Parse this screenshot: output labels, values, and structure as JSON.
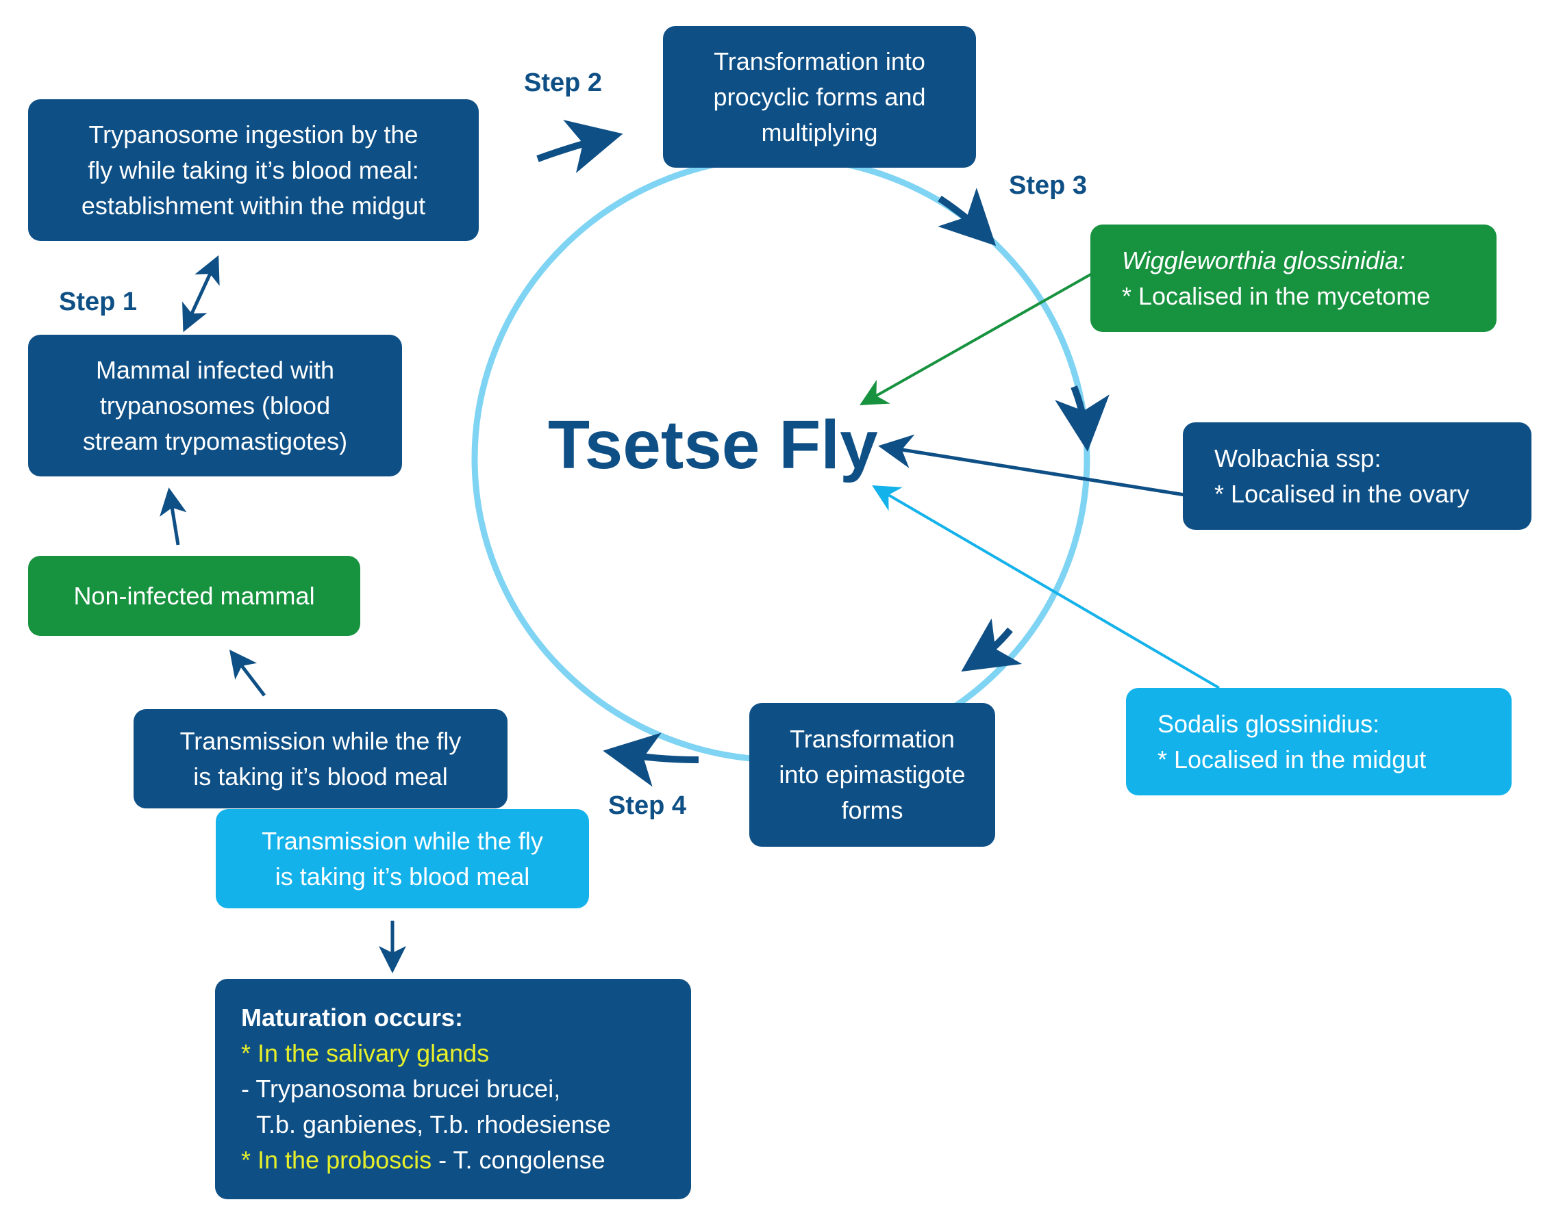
{
  "title": "Tsetse Fly",
  "steps": {
    "step1": "Step 1",
    "step2": "Step 2",
    "step3": "Step 3",
    "step4": "Step 4"
  },
  "boxes": {
    "ingestion": [
      "Trypanosome ingestion by the",
      "fly while taking it’s blood meal:",
      "establishment within the midgut"
    ],
    "transformation_procyclic": [
      "Transformation into",
      "procyclic forms and",
      "multiplying"
    ],
    "mammal_infected": [
      "Mammal infected with",
      "trypanosomes (blood",
      "stream trypomastigotes)"
    ],
    "non_infected": "Non-infected mammal",
    "transmission_dark": [
      "Transmission while the fly",
      "is taking it’s blood meal"
    ],
    "transmission_light": [
      "Transmission while the fly",
      "is taking it’s blood meal"
    ],
    "transformation_epimastigote": [
      "Transformation",
      "into epimastigote",
      "forms"
    ],
    "wigglesworthia": {
      "name": "Wiggleworthia glossinidia:",
      "detail": "* Localised in the mycetome"
    },
    "wolbachia": {
      "name": "Wolbachia ssp:",
      "detail": "* Localised in the ovary"
    },
    "sodalis": {
      "name": "Sodalis glossinidius:",
      "detail": "* Localised in the midgut"
    },
    "maturation": {
      "heading": "Maturation occurs:",
      "salivary": "* In the salivary glands",
      "species_1": "- Trypanosoma brucei brucei,",
      "species_2": "T.b. ganbienes, T.b. rhodesiense",
      "proboscis": "* In the proboscis",
      "proboscis_species": " - T. congolense"
    }
  },
  "colors": {
    "dark_blue": "#0e4f85",
    "green": "#17923f",
    "light_blue": "#14b2ea",
    "cycle_ring": "#7fd3f3",
    "highlight_yellow": "#e6ef2a"
  }
}
